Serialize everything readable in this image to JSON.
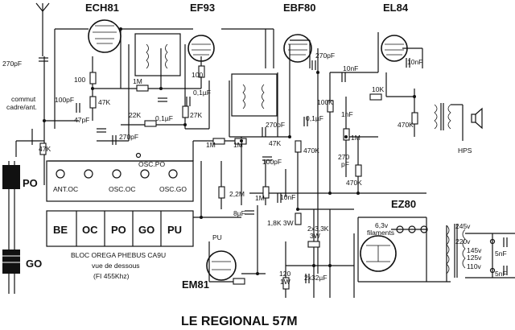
{
  "tubes": {
    "ech81": "ECH81",
    "ef93": "EF93",
    "ebf80": "EBF80",
    "el84": "EL84",
    "ez80": "EZ80",
    "em81": "EM81"
  },
  "components": {
    "c_270pF_left": "270pF",
    "r_100": "100",
    "c_100pF": "100pF",
    "r_47K_a": "47K",
    "c_47pF": "47pF",
    "r_1M_a": "1M",
    "r_22K": "22K",
    "c_01uF_a": "0,1µF",
    "c_270pF_b": "270pF",
    "r_100_ef": "100",
    "c_01uF_b": "0,1µF",
    "r_27K": "27K",
    "r_47K_b": "47K",
    "r_1M_b": "1M",
    "r_1M_c": "1M",
    "c_270pF_c": "270pF",
    "r_47K_c": "47K",
    "c_100pF_b": "100pF",
    "c_01uF_c": "0,1µF",
    "r_470K_a": "470K",
    "c_270pF_d": "270pF",
    "c_10nF_a": "10nF",
    "c_10nF_b": "10nF",
    "r_100K": "100K",
    "c_1nF": "1nF",
    "r_10K": "10K",
    "r_470K_b": "470K",
    "r_1M_d": "1M",
    "c_270pF_e": "270",
    "c_pF": "pF",
    "r_470K_c": "470K",
    "r_2_2M": "2,2M",
    "r_1M_e": "1M",
    "c_10nF_c": "10nF",
    "c_8uF": "8µF",
    "r_1_8K": "1,8K 3W",
    "r_2x3_3K": "2x3,3K",
    "r_3W": "3W",
    "r_120": "120",
    "r_1W": "1W",
    "c_2x32uF": "2x32µF",
    "fil_6_3v": "6,3v",
    "fil_label": "filaments",
    "v245": "245v",
    "v220": "220v",
    "v145": "145v",
    "v125": "125v",
    "v110": "110v",
    "c_5nF_a": "5nF",
    "c_5nF_b": "5nF",
    "hps": "HPS"
  },
  "block": {
    "osc_po": "OSC.PO",
    "ant_oc": "ANT.OC",
    "osc_oc": "OSC.OC",
    "osc_go": "OSC.GO",
    "buttons": [
      "BE",
      "OC",
      "PO",
      "GO",
      "PU"
    ],
    "caption1": "BLOC OREGA PHEBUS CA9U",
    "caption2": "vue de dessous",
    "caption3": "(FI 455Khz)"
  },
  "left": {
    "commut1": "commut",
    "commut2": "cadre/ant.",
    "po": "PO",
    "go": "GO",
    "pu": "PU"
  },
  "title": "LE REGIONAL 57M"
}
